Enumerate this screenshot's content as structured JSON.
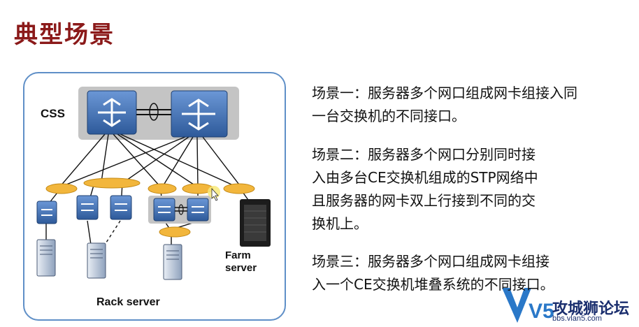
{
  "slide": {
    "title": "典型场景"
  },
  "diagram": {
    "css_label": "CSS",
    "farm_server_label": [
      "Farm",
      "server"
    ],
    "rack_server_label": "Rack server"
  },
  "scenarios": [
    {
      "lines": [
        "场景一：服务器多个网口组成网卡组接入同",
        "一台交换机的不同接口。"
      ]
    },
    {
      "lines": [
        "场景二：服务器多个网口分别同时接",
        "入由多台CE交换机组成的STP网络中",
        "且服务器的网卡双上行接到不同的交",
        "换机上。"
      ]
    },
    {
      "lines": [
        "场景三：服务器多个网口组成网卡组接",
        "入一个CE交换机堆叠系统的不同接口。"
      ]
    }
  ],
  "watermark": {
    "brand": "攻城狮论坛",
    "url": "bbs.vlan5.com",
    "mark": "V5"
  },
  "colors": {
    "title": "#8b1a1a",
    "frame_border": "#5f8fc7",
    "switch_blue": "#3f6fb0",
    "ellipse_gold": "#f2b63c",
    "css_bg": "#c4c4c4"
  }
}
